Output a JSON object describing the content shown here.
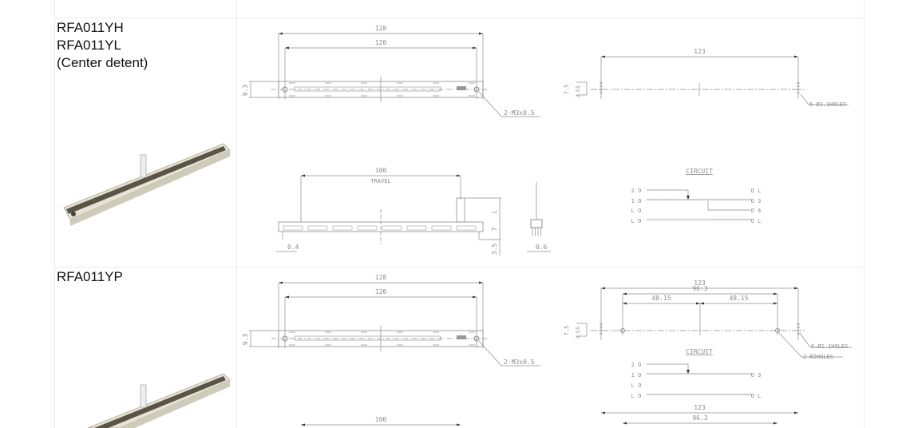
{
  "rows": [
    {
      "part_lines": [
        "RFA011YH",
        "RFA011YL",
        "(Center detent)"
      ],
      "top_view": {
        "length_outer": "128",
        "length_mount": "120",
        "height": "9.3",
        "screw_note": "2-M3x0.5"
      },
      "side_view": {
        "travel": "100",
        "travel_label": "TRAVEL",
        "lever_height": "L",
        "body_height": "7",
        "pin_length": "3.5",
        "pin_offset": "0.4",
        "pin_width": "0.6"
      },
      "pin_view": {
        "pitch": "123",
        "dims": [
          "7.5",
          "5",
          "2.5"
        ],
        "hole_note": "6-Ø1.1HOLES"
      },
      "circuit": {
        "title": "CIRCUIT",
        "left": [
          "2 O",
          "1 O",
          "L O",
          "L O"
        ],
        "right": [
          "O L",
          "O 3",
          "O 4",
          "O L"
        ]
      }
    },
    {
      "part_lines": [
        "RFA011YP"
      ],
      "top_view": {
        "length_outer": "128",
        "length_mount": "120",
        "height": "9.3",
        "screw_note": "2-M3x0.5"
      },
      "side_view": {
        "travel": "100"
      },
      "pin_view": {
        "pitch": "123",
        "span": "96.3",
        "half_left": "48.15",
        "half_right": "48.15",
        "dims": [
          "7.5",
          "5",
          "2.5"
        ],
        "hole_note": "6-Ø1.1HOLES",
        "hole_note2": "2-Ø2HOLES"
      },
      "circuit": {
        "title": "CIRCUIT",
        "left": [
          "2 O",
          "1 O",
          "L O",
          "L O"
        ],
        "right": [
          "",
          "O 3",
          "",
          "O L"
        ]
      },
      "pin_view_2": {
        "pitch": "123",
        "span": "96.3"
      }
    }
  ],
  "colors": {
    "line": "#8c8c8c",
    "grid": "#ececec",
    "text": "#111111"
  }
}
